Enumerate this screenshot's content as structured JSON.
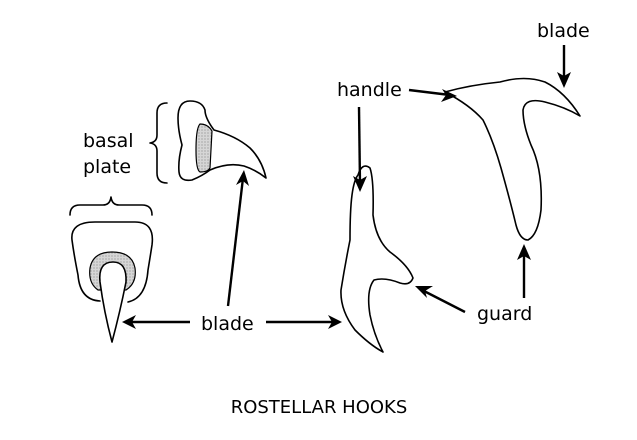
{
  "title": "ROSTELLAR HOOKS",
  "labels": {
    "basal_line1": "basal",
    "basal_line2": "plate",
    "blade_center": "blade",
    "blade_top_right": "blade",
    "handle": "handle",
    "guard": "guard"
  },
  "figures": [
    {
      "name": "hook-front-view",
      "parts": [
        "basal plate",
        "blade"
      ]
    },
    {
      "name": "hook-side-view",
      "parts": [
        "basal plate",
        "blade"
      ]
    },
    {
      "name": "hook-middle",
      "parts": [
        "handle",
        "guard",
        "blade"
      ]
    },
    {
      "name": "hook-right",
      "parts": [
        "handle",
        "guard",
        "blade"
      ]
    }
  ],
  "colors": {
    "ink": "#000000",
    "shading": "#c8c8c8",
    "background": "#ffffff"
  }
}
